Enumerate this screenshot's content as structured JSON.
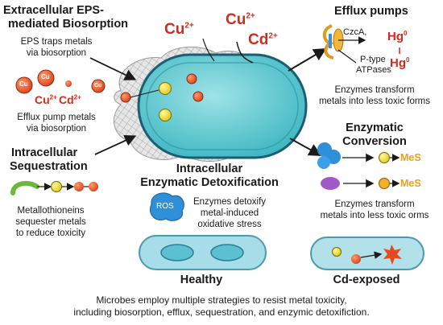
{
  "eps": {
    "title_line1": "Extracellular EPS-",
    "title_line2": "mediated Biosorption",
    "desc_line1": "EPS traps metals",
    "desc_line2": "via biosorption",
    "ion1": "Cu",
    "ion2": "Cu",
    "ion_label": "Cu",
    "ion_label_sup": "2+",
    "ion_label2": "Cd",
    "ion_label2_sup": "2+",
    "efflux_desc_line1": "Efflux pump metals",
    "efflux_desc_line2": "via biosorption",
    "cu_small": "Cu"
  },
  "top_ions": {
    "cu_a": "Cu",
    "cu_a_sup": "2+",
    "cu_b": "Cu",
    "cu_b_sup": "2+",
    "cd": "Cd",
    "cd_sup": "2+"
  },
  "efflux": {
    "title": "Efflux pumps",
    "czca": "CzcA,",
    "ptype_line1": "P-type",
    "ptype_line2": "ATPases",
    "hg1": "Hg",
    "hg1_sup": "0",
    "hg2": "Hg",
    "hg2_sup": "0",
    "desc_line1": "Enzymes transform",
    "desc_line2": "metals into less toxic forms"
  },
  "enzymatic": {
    "title_line1": "Enzymatic",
    "title_line2": "Conversion",
    "mes1": "MeS",
    "mes2": "MeS",
    "desc_line1": "Enzymes transform",
    "desc_line2": "metals into less toxic orms"
  },
  "sequestration": {
    "title_line1": "Intracellular",
    "title_line2": "Sequestration",
    "desc_line1": "Metallothioneins",
    "desc_line2": "sequester metals",
    "desc_line3": "to reduce toxicity"
  },
  "detox": {
    "title_line1": "Intracellular",
    "title_line2": "Enzymatic Detoxification",
    "ros": "ROS",
    "desc_line1": "Enzymes detoxify",
    "desc_line2": "metal-induced",
    "desc_line3": "oxidative stress"
  },
  "labels": {
    "healthy": "Healthy",
    "cd_exposed": "Cd-exposed"
  },
  "caption": {
    "line1": "Microbes employ multiple strategies to resist metal toxicity,",
    "line2": "including biosorption, efflux, sequestration, and enzymic detoxifiction."
  },
  "colors": {
    "cell_fill": "#5cc8cf",
    "cell_outline": "#1b5e73",
    "metal_ion": "#e0552a",
    "yellow_ion": "#f0e12e",
    "enzyme_blue": "#2f8fd8",
    "enzyme_purple": "#a05ac8",
    "mes_text": "#e8a21a"
  }
}
